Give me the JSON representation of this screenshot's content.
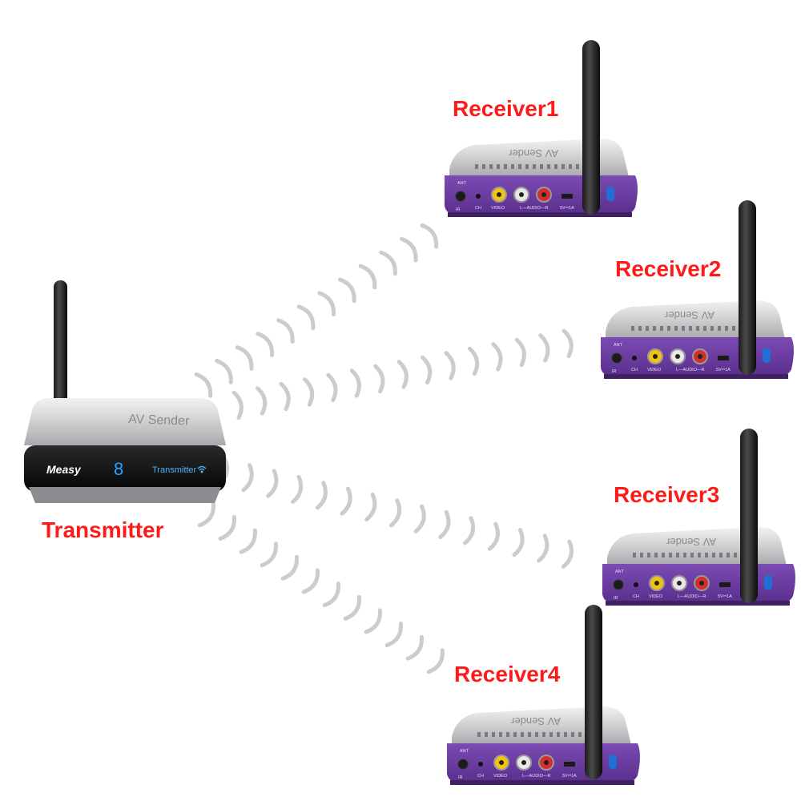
{
  "transmitter": {
    "label": "Transmitter",
    "brand": "Measy",
    "display_digit": "8",
    "panel_text": "Transmitter",
    "top_text": "AV Sender"
  },
  "receivers": [
    {
      "label": "Receiver1"
    },
    {
      "label": "Receiver2"
    },
    {
      "label": "Receiver3"
    },
    {
      "label": "Receiver4"
    }
  ],
  "receiver_panel": {
    "ant": "ANT",
    "ir": "IR",
    "ch": "CH",
    "video": "VIDEO",
    "audio": "L—AUDIO—R",
    "power": "5V⎓1A",
    "top_text": "AV Sender"
  },
  "colors": {
    "label": "#ff1a1a",
    "receiver_panel": "#6a3fa0",
    "display": "#2aa0ff",
    "waves": "#cccccc"
  }
}
